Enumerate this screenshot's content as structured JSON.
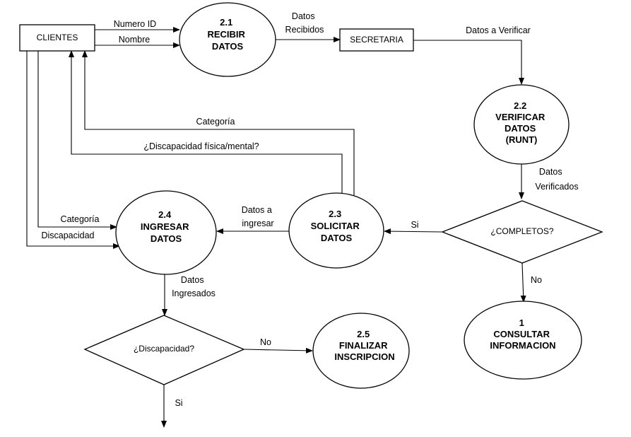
{
  "entities": {
    "clientes": "CLIENTES",
    "secretaria": "SECRETARIA"
  },
  "processes": {
    "p21": [
      "2.1",
      "RECIBIR",
      "DATOS"
    ],
    "p22": [
      "2.2",
      "VERIFICAR",
      "DATOS",
      "(RUNT)"
    ],
    "p23": [
      "2.3",
      "SOLICITAR",
      "DATOS"
    ],
    "p24": [
      "2.4",
      "INGRESAR",
      "DATOS"
    ],
    "p25": [
      "2.5",
      "FINALIZAR",
      "INSCRIPCION"
    ],
    "p1": [
      "1",
      "CONSULTAR",
      "INFORMACION"
    ]
  },
  "decisions": {
    "completos": "¿COMPLETOS?",
    "discapacidad": "¿Discapacidad?"
  },
  "flows": {
    "numero_id": "Numero ID",
    "nombre": "Nombre",
    "datos_recibidos": [
      "Datos",
      "Recibidos"
    ],
    "datos_verificar": "Datos a Verificar",
    "datos_verificados": [
      "Datos",
      "Verificados"
    ],
    "si_completos": "Si",
    "no_completos": "No",
    "datos_ingresar": [
      "Datos a",
      "ingresar"
    ],
    "categoria_top": "Categoría",
    "discapacidad_q": "¿Discapacidad física/mental?",
    "categoria_left": "Categoría",
    "discapacidad_left": "Discapacidad",
    "datos_ingresados": [
      "Datos",
      "Ingresados"
    ],
    "no_disc": "No",
    "si_disc": "Si"
  }
}
